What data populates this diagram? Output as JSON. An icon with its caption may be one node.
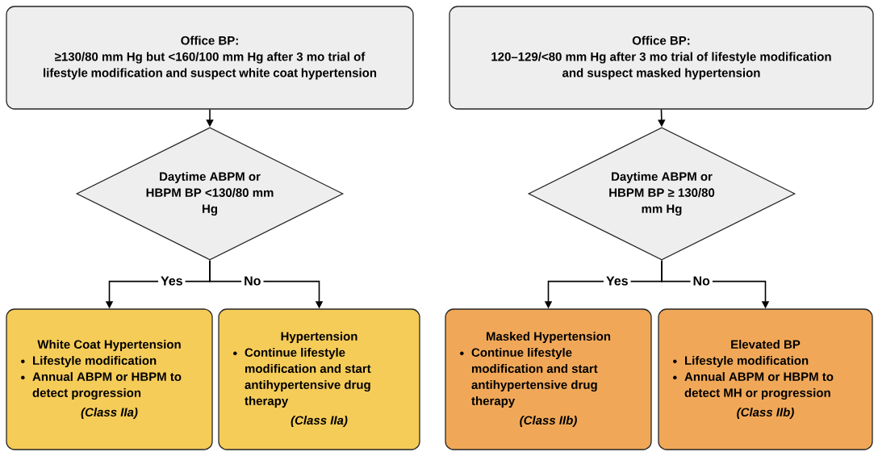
{
  "diagram": {
    "nodes": [
      {
        "text": [
          "Office BP:",
          "≥130/80 mm Hg but <160/100 mm Hg after 3 mo trial of lifestyle modification and suspect white coat hypertension"
        ]
      },
      {
        "text": [
          "Daytime ABPM or HBPM BP <130/80 mm Hg"
        ]
      },
      {
        "text": [
          "White Coat Hypertension",
          "Lifestyle modification",
          "Annual ABPM or HBPM to detect progression",
          "(Class IIa)"
        ]
      },
      {
        "text": [
          "Hypertension",
          "Continue lifestyle modification and start antihypertensive drug therapy",
          "(Class IIa)"
        ]
      },
      {
        "text": [
          "Office BP:",
          "120–129/<80 mm Hg after 3 mo trial of lifestyle modification and suspect masked hypertension"
        ]
      },
      {
        "text": [
          "Daytime ABPM or HBPM BP ≥ 130/80 mm Hg"
        ]
      },
      {
        "text": [
          "Masked Hypertension",
          "Continue lifestyle modification and start antihypertensive drug therapy",
          "(Class IIb)"
        ]
      },
      {
        "text": [
          "Elevated BP",
          "Lifestyle modification",
          "Annual ABPM or HBPM to detect MH or progression",
          "(Class IIb)"
        ]
      }
    ],
    "edges": [
      {
        "from": 0,
        "to": 1,
        "arrow": "to"
      },
      {
        "from": 1,
        "to": 2,
        "arrow": "to",
        "label": "Yes"
      },
      {
        "from": 1,
        "to": 3,
        "arrow": "to",
        "label": "No"
      },
      {
        "from": 4,
        "to": 5,
        "arrow": "to"
      },
      {
        "from": 5,
        "to": 6,
        "arrow": "to",
        "label": "Yes"
      },
      {
        "from": 5,
        "to": 7,
        "arrow": "to",
        "label": "No"
      }
    ]
  }
}
